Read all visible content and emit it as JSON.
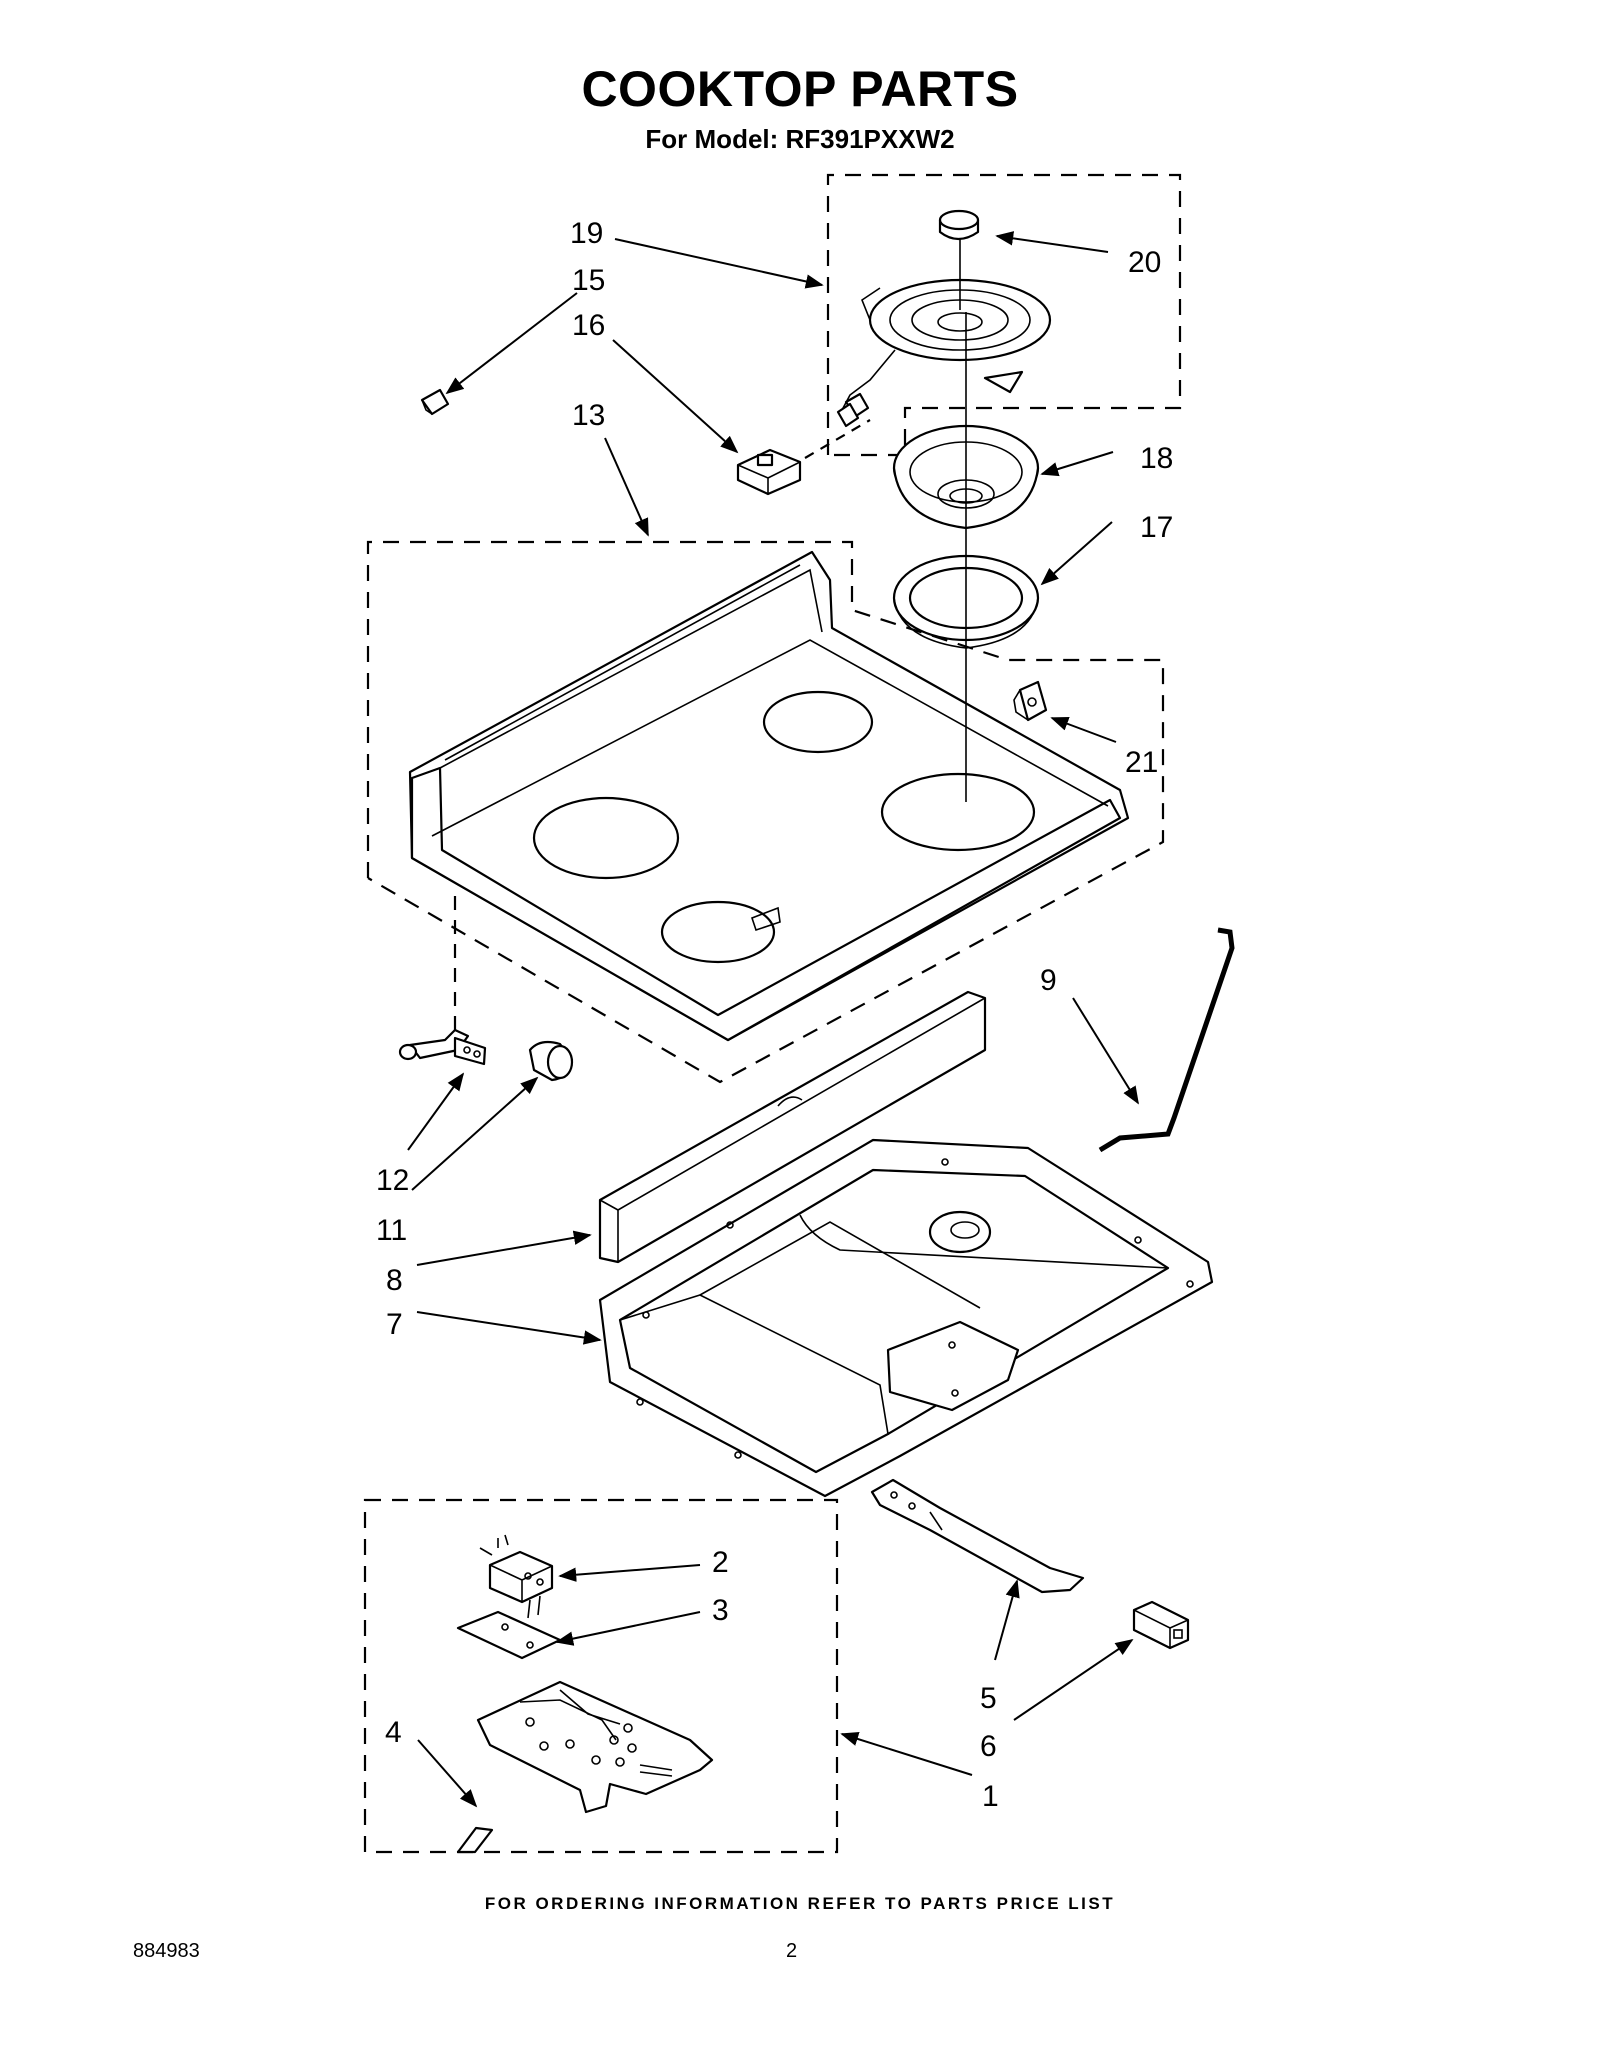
{
  "page": {
    "title": "COOKTOP PARTS",
    "subtitle": "For Model: RF391PXXW2",
    "footer_note": "FOR ORDERING INFORMATION REFER TO PARTS PRICE LIST",
    "document_number": "884983",
    "page_number": "2"
  },
  "callouts": {
    "c1": "1",
    "c2": "2",
    "c3": "3",
    "c4": "4",
    "c5": "5",
    "c6": "6",
    "c7": "7",
    "c8": "8",
    "c9": "9",
    "c11": "11",
    "c12": "12",
    "c13": "13",
    "c15": "15",
    "c16": "16",
    "c17": "17",
    "c18": "18",
    "c19": "19",
    "c20": "20",
    "c21": "21"
  }
}
